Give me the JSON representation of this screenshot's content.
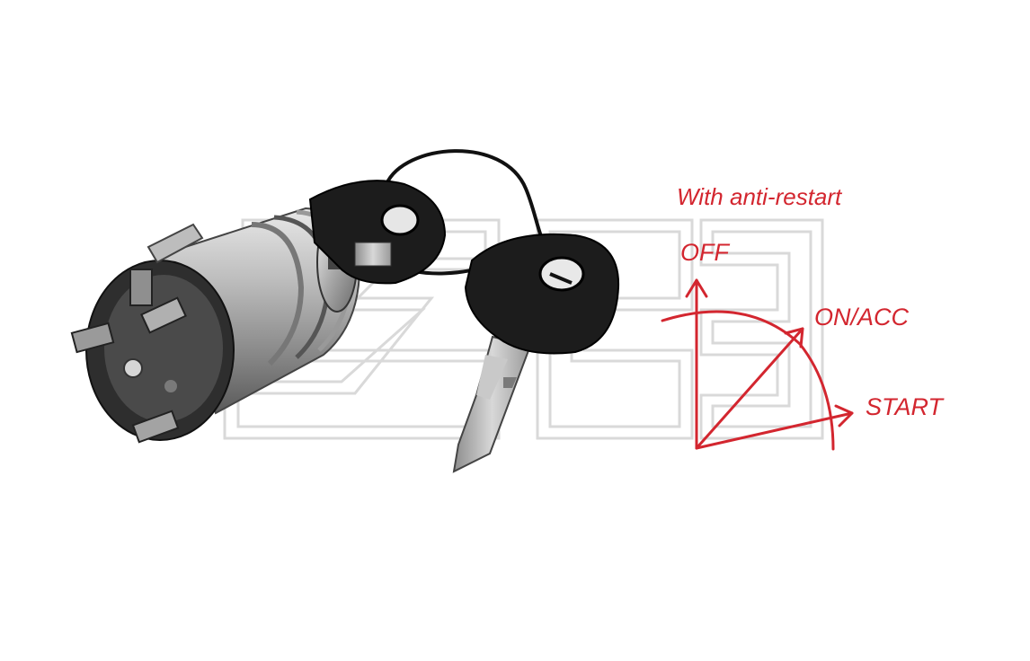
{
  "diagram": {
    "subtitle": "With anti-restart",
    "positions": {
      "off": "OFF",
      "on_acc": "ON/ACC",
      "start": "START"
    },
    "accent_color": "#d3262f"
  },
  "photo": {
    "subject": "ignition-switch-with-keys",
    "watermark": "logo-watermark"
  }
}
